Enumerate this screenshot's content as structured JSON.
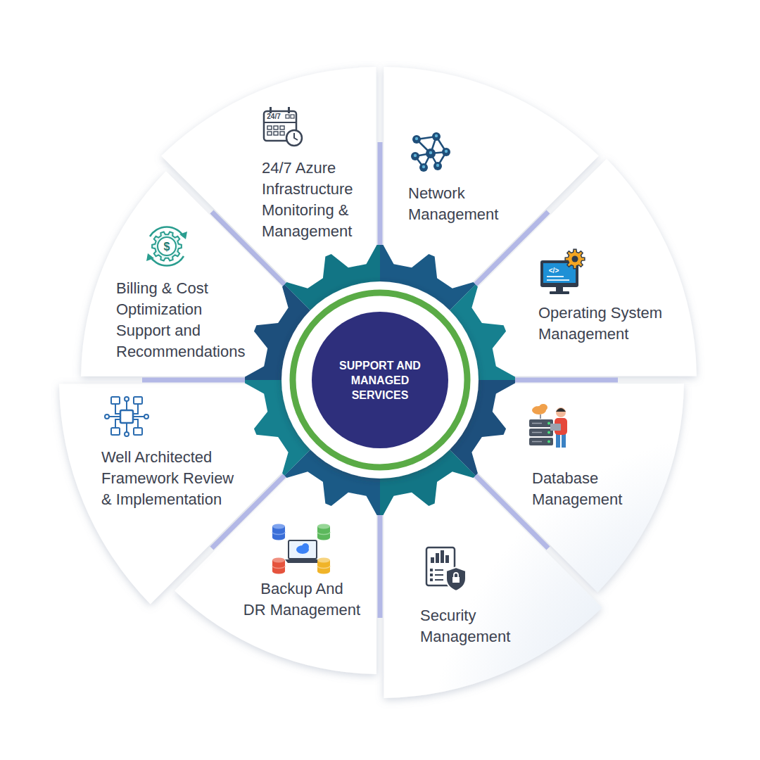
{
  "diagram": {
    "nodes": [
      {
        "text": [
          "SUPPORT AND MANAGED SERVICES"
        ]
      },
      {
        "text": [
          "24/7 Azure Infrastructure Monitoring & Management"
        ]
      },
      {
        "text": [
          "Network Management"
        ]
      },
      {
        "text": [
          "Operating System Management"
        ]
      },
      {
        "text": [
          "Database Management"
        ]
      },
      {
        "text": [
          "Security Management"
        ]
      },
      {
        "text": [
          "Backup And DR Management"
        ]
      },
      {
        "text": [
          "Well Architected Framework Review & Implementation"
        ]
      },
      {
        "text": [
          "Billing & Cost Optimization Support and Recommendations"
        ]
      }
    ],
    "labels": [
      "24/7",
      "$",
      "</>"
    ]
  }
}
